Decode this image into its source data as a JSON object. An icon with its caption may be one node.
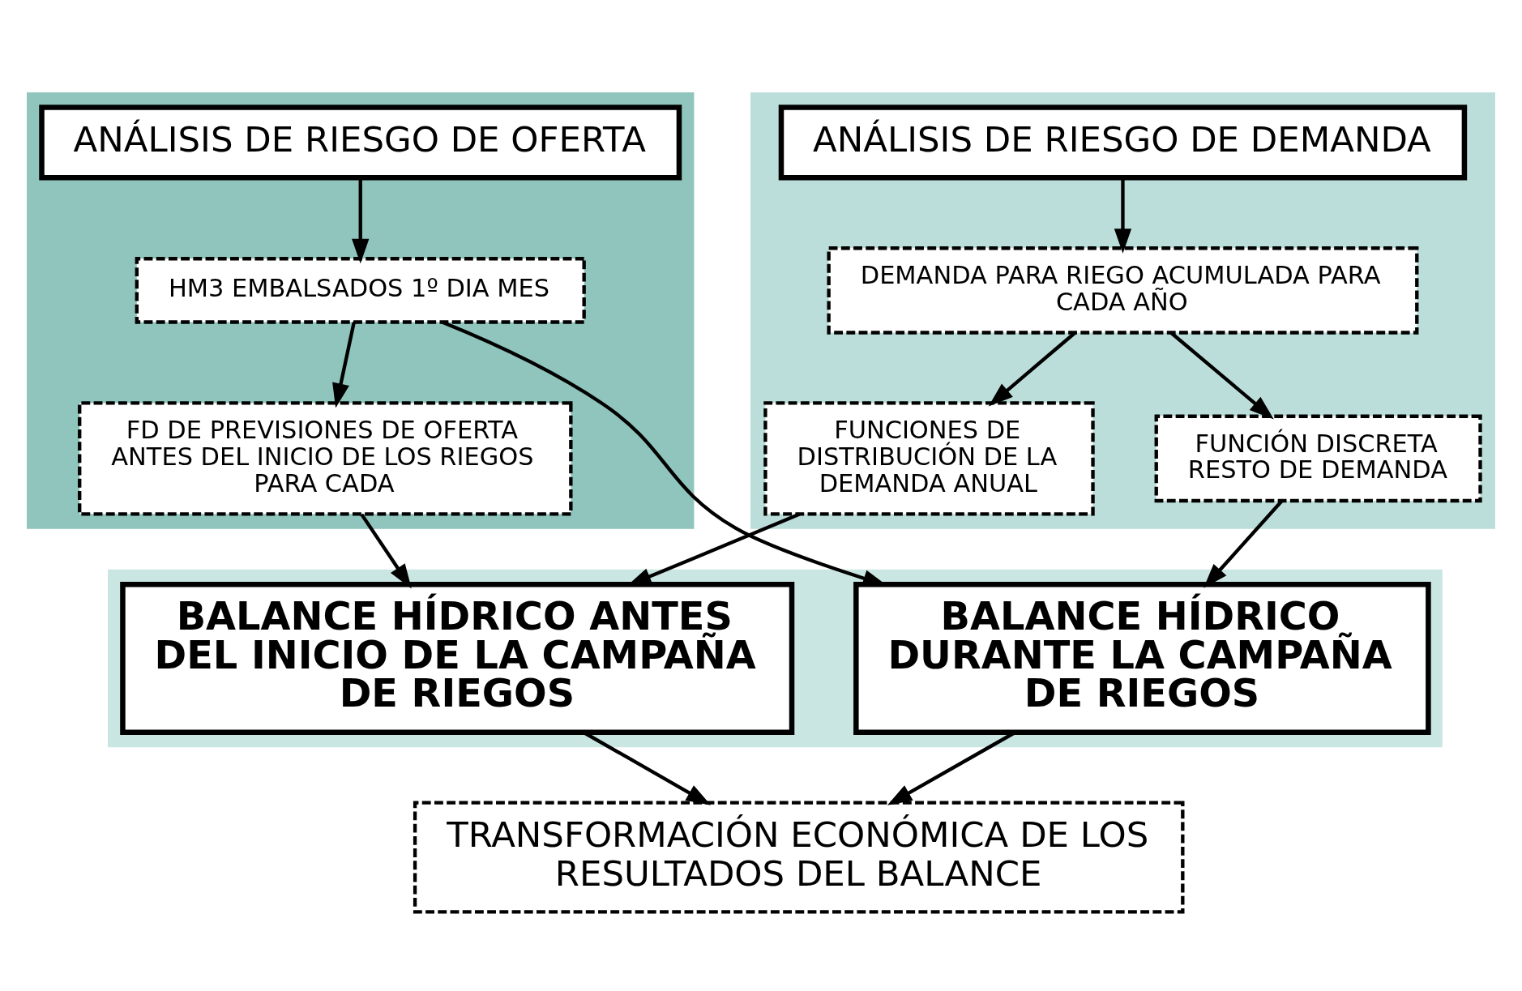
{
  "diagram": {
    "nodes": [
      {
        "text": [],
        "shape": "box"
      },
      {
        "text": [
          "ANÁLISIS DE RIESGO DE OFERTA"
        ],
        "in": 0
      },
      {
        "text": [
          "HM3 EMBALSADOS 1º DIA MES"
        ],
        "in": 0
      },
      {
        "text": [
          "FD DE PREVISIONES DE OFERTA ANTES DEL INICIO DE LOS RIEGOS PARA CADA"
        ],
        "in": 0
      },
      {
        "text": [],
        "shape": "box"
      },
      {
        "text": [
          "ANÁLISIS DE RIESGO DE DEMANDA"
        ],
        "in": 4
      },
      {
        "text": [
          "DEMANDA PARA RIEGO ACUMULADA PARA CADA AÑO"
        ],
        "in": 4
      },
      {
        "text": [
          "FUNCIONES DE DISTRIBUCIÓN DE LA DEMANDA ANUAL"
        ],
        "in": 4
      },
      {
        "text": [
          "FUNCIÓN DISCRETA RESTO DE DEMANDA"
        ],
        "in": 4
      },
      {
        "text": [],
        "shape": "box"
      },
      {
        "text": [
          "BALANCE HÍDRICO ANTES DEL INICIO DE LA CAMPAÑA DE RIEGOS"
        ],
        "in": 9
      },
      {
        "text": [
          "BALANCE HÍDRICO DURANTE LA CAMPAÑA DE RIEGOS"
        ],
        "in": 9
      },
      {
        "text": [
          "TRANSFORMACIÓN ECONÓMICA DE LOS RESULTADOS DEL BALANCE"
        ]
      }
    ],
    "edges": [
      {
        "from": 1,
        "to": 2,
        "arrow": "to"
      },
      {
        "from": 2,
        "to": 3,
        "arrow": "to"
      },
      {
        "from": 2,
        "to": 11,
        "arrow": "to"
      },
      {
        "from": 3,
        "to": 10,
        "arrow": "to"
      },
      {
        "from": 7,
        "to": 10,
        "arrow": "to"
      },
      {
        "from": 5,
        "to": 6,
        "arrow": "to"
      },
      {
        "from": 6,
        "to": 7,
        "arrow": "to"
      },
      {
        "from": 6,
        "to": 8,
        "arrow": "to"
      },
      {
        "from": 8,
        "to": 11,
        "arrow": "to"
      },
      {
        "from": 10,
        "to": 12,
        "arrow": "to"
      },
      {
        "from": 11,
        "to": 12,
        "arrow": "to"
      }
    ]
  }
}
